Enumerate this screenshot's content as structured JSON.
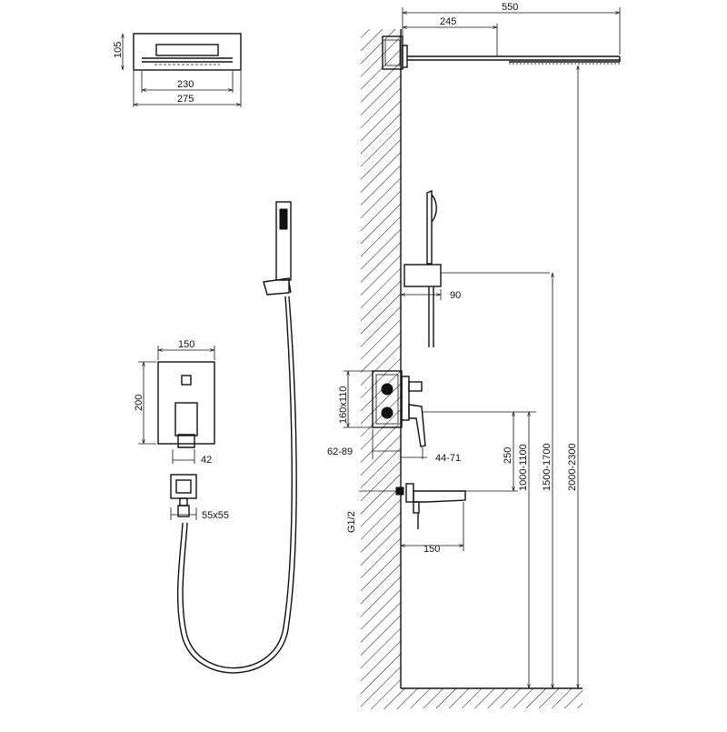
{
  "dimensions": {
    "head_height": "105",
    "head_inner_width": "230",
    "head_outer_width": "275",
    "arm_length": "550",
    "arm_to_wall": "245",
    "mixer_plate_width": "150",
    "mixer_plate_height": "200",
    "handle_depth": "42",
    "outlet_size": "55x55",
    "holder_projection": "90",
    "box_size": "160x110",
    "box_depth": "62-89",
    "lever_projection": "44-71",
    "mixer_to_spout": "250",
    "spout_length": "150",
    "thread": "G1/2",
    "mixer_height": "1000-1100",
    "holder_height": "1500-1700",
    "head_height_floor": "2000-2300"
  }
}
